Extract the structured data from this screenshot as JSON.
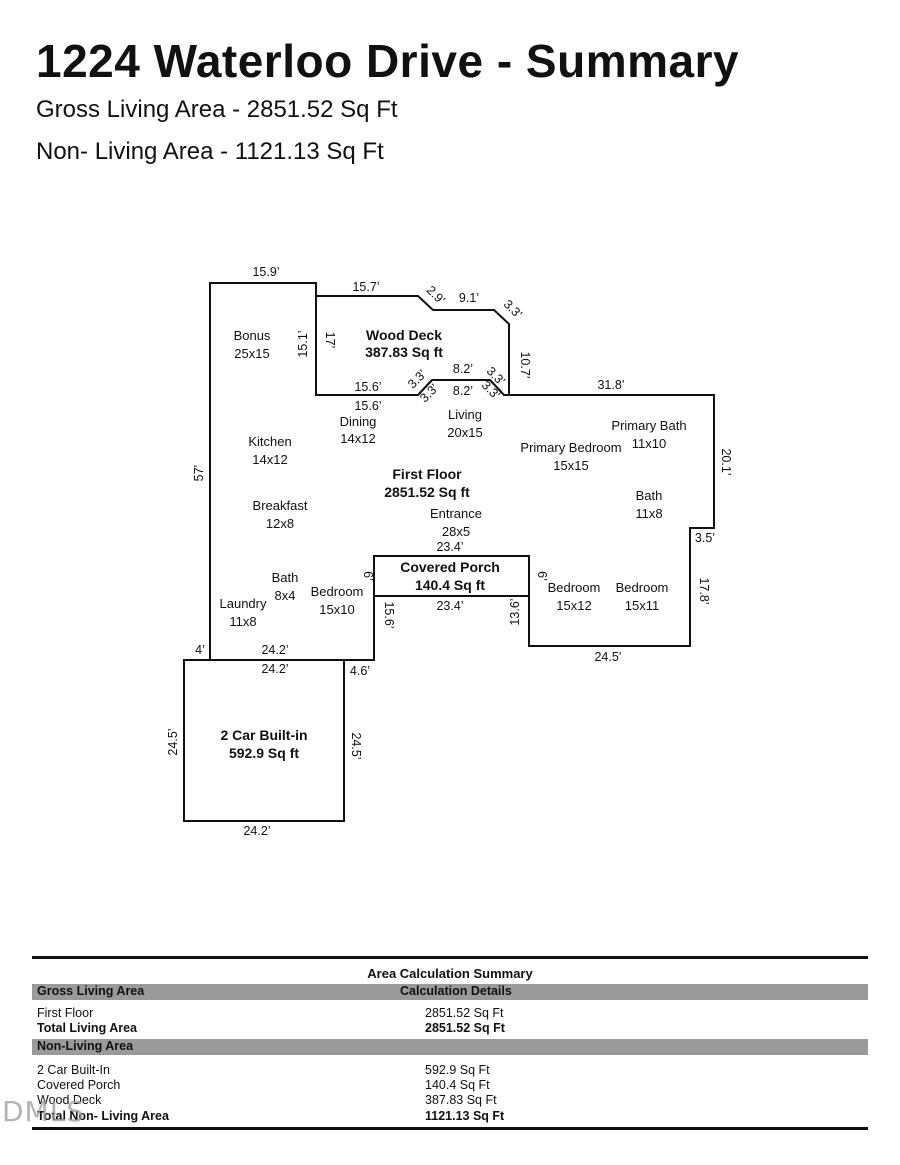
{
  "header": {
    "title": "1224 Waterloo Drive - Summary",
    "gross_living": "Gross Living Area - 2851.52 Sq Ft",
    "non_living": "Non- Living Area - 1121.13 Sq Ft"
  },
  "plan": {
    "areas": {
      "wood_deck_name": "Wood Deck",
      "wood_deck_sqft": "387.83 Sq ft",
      "first_floor_name": "First Floor",
      "first_floor_sqft": "2851.52 Sq ft",
      "porch_name": "Covered Porch",
      "porch_sqft": "140.4 Sq ft",
      "garage_name": "2 Car Built-in",
      "garage_sqft": "592.9 Sq ft"
    },
    "rooms": [
      {
        "name": "Bonus",
        "size": "25x15"
      },
      {
        "name": "Kitchen",
        "size": "14x12"
      },
      {
        "name": "Dining",
        "size": "14x12"
      },
      {
        "name": "Living",
        "size": "20x15"
      },
      {
        "name": "Primary Bedroom",
        "size": "15x15"
      },
      {
        "name": "Primary Bath",
        "size": "11x10"
      },
      {
        "name": "Breakfast",
        "size": "12x8"
      },
      {
        "name": "Entrance",
        "size": "28x5"
      },
      {
        "name": "Bath",
        "size": "11x8"
      },
      {
        "name": "Bath",
        "size": "8x4"
      },
      {
        "name": "Bedroom",
        "size": "15x10"
      },
      {
        "name": "Laundry",
        "size": "11x8"
      },
      {
        "name": "Bedroom",
        "size": "15x12"
      },
      {
        "name": "Bedroom",
        "size": "15x11"
      }
    ],
    "dims": {
      "d_top_left": "15.9’",
      "d_deck_top": "15.7’",
      "d_deck_diag1": "2.9’",
      "d_deck_top2": "9.1’",
      "d_deck_diag2": "3.3’",
      "d_deck_right": "10.7’",
      "d_bonus_right": "15.1’",
      "d_deck_left": "17’",
      "d_deck_bottom_out": "15.6’",
      "d_deck_bottom_in": "15.6’",
      "d_step_diag_a": "3.3’",
      "d_step_diag_b": "3.3’",
      "d_step_top_out": "8.2’",
      "d_step_top_in": "8.2’",
      "d_step_diag_c": "3.3’",
      "d_step_diag_d": "3.3’",
      "d_east_top": "31.8’",
      "d_east_right": "20.1’",
      "d_west": "57’",
      "d_entry_top": "23.4’",
      "d_notch": "3.5’",
      "d_porch_left": "6’",
      "d_porch_right": "6’",
      "d_porch_bottom": "23.4’",
      "d_right_lower": "17.8’",
      "d_left_inner": "15.6’",
      "d_right_inner": "13.6’",
      "d_bottom_right": "24.5’",
      "d_small_left": "4’",
      "d_bottom_left": "24.2’",
      "d_garage_top": "24.2’",
      "d_garage_jog": "4.6’",
      "d_garage_left": "24.5’",
      "d_garage_right": "24.5’",
      "d_garage_bottom": "24.2’"
    }
  },
  "summary": {
    "title": "Area Calculation Summary",
    "gla_header": "Gross Living Area",
    "calc_header": "Calculation Details",
    "gla_rows": [
      {
        "label": "First Floor",
        "value": "2851.52 Sq Ft"
      }
    ],
    "gla_total_label": "Total Living Area",
    "gla_total_value": "2851.52 Sq Ft",
    "nla_header": "Non-Living Area",
    "nla_rows": [
      {
        "label": "2 Car Built-In",
        "value": "592.9 Sq Ft"
      },
      {
        "label": "Covered Porch",
        "value": "140.4 Sq Ft"
      },
      {
        "label": "Wood Deck",
        "value": "387.83 Sq Ft"
      }
    ],
    "nla_total_label": "Total Non- Living Area",
    "nla_total_value": "1121.13 Sq Ft"
  },
  "watermark": "DMLS"
}
